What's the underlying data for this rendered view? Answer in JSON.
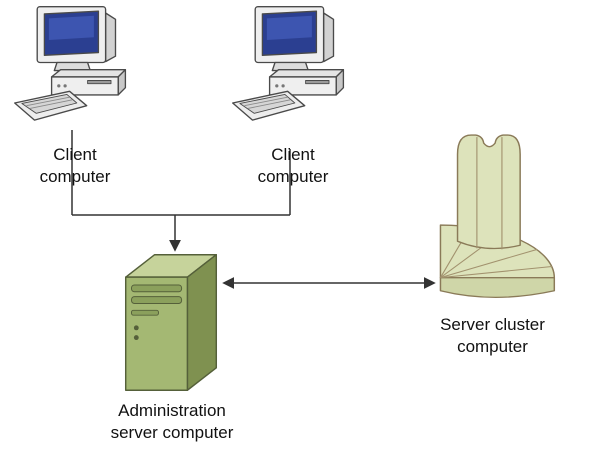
{
  "diagram": {
    "kind": "network-topology-diagram",
    "background": "#ffffff",
    "nodes": [
      {
        "id": "client-1",
        "icon": "desktop-computer-icon",
        "label_lines": [
          "Client",
          "computer"
        ]
      },
      {
        "id": "client-2",
        "icon": "desktop-computer-icon",
        "label_lines": [
          "Client",
          "computer"
        ]
      },
      {
        "id": "admin-server",
        "icon": "tower-server-icon",
        "label_lines": [
          "Administration",
          "server computer"
        ]
      },
      {
        "id": "server-cluster",
        "icon": "server-cluster-icon",
        "label_lines": [
          "Server cluster",
          "computer"
        ]
      }
    ],
    "connections": [
      {
        "from": "client-1",
        "to": "admin-server",
        "arrow": "single-arrow-into-server"
      },
      {
        "from": "client-2",
        "to": "admin-server",
        "arrow": "single-arrow-into-server"
      },
      {
        "from": "admin-server",
        "to": "server-cluster",
        "arrow": "double-headed"
      }
    ],
    "colors": {
      "connector": "#333333",
      "text": "#111111",
      "tower_front": "#a4b873",
      "tower_side": "#7f9150",
      "tower_top": "#c6d39b",
      "tower_outline": "#55603a",
      "cluster_fill": "#dde3bb",
      "cluster_band": "#cfd6a8",
      "cluster_outline": "#8a7a58",
      "monitor_screen": "#2b3f91",
      "monitor_screen_light": "#3d55b0",
      "case_gray": "#efefef",
      "outline_gray": "#4a4a4a"
    }
  }
}
